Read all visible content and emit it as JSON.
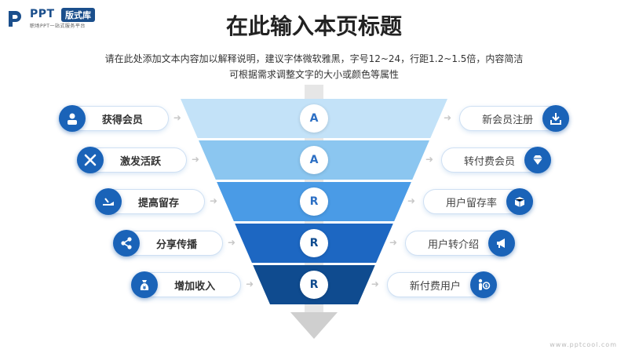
{
  "logo": {
    "brand": "PPT",
    "badge": "版式库",
    "tagline": "职场PPT一站式服务平台"
  },
  "header": {
    "title": "在此输入本页标题",
    "subtitle_line1": "请在此处添加文本内容加以解释说明，建议字体微软雅黑，字号12~24，行距1.2~1.5倍，内容简洁",
    "subtitle_line2": "可根据需求调整文字的大小或颜色等属性"
  },
  "funnel": {
    "layers": [
      {
        "letter": "A",
        "color": "#c3e2f8"
      },
      {
        "letter": "A",
        "color": "#8bc6f0"
      },
      {
        "letter": "R",
        "color": "#4a9be6"
      },
      {
        "letter": "R",
        "color": "#1d67c2"
      },
      {
        "letter": "R",
        "color": "#0f4b8f"
      }
    ]
  },
  "left_items": [
    {
      "label": "获得会员",
      "icon": "user-icon"
    },
    {
      "label": "激发活跃",
      "icon": "tools-icon"
    },
    {
      "label": "提高留存",
      "icon": "hand-icon"
    },
    {
      "label": "分享传播",
      "icon": "share-icon"
    },
    {
      "label": "增加收入",
      "icon": "money-bag-icon"
    }
  ],
  "right_items": [
    {
      "label": "新会员注册",
      "icon": "download-icon"
    },
    {
      "label": "转付费会员",
      "icon": "diamond-icon"
    },
    {
      "label": "用户留存率",
      "icon": "box-icon"
    },
    {
      "label": "用户转介绍",
      "icon": "megaphone-icon"
    },
    {
      "label": "新付费用户",
      "icon": "paying-user-icon"
    }
  ],
  "watermark": "www.pptcool.com",
  "colors": {
    "accent": "#1a63b8",
    "arrow": "#d0d0d0"
  }
}
